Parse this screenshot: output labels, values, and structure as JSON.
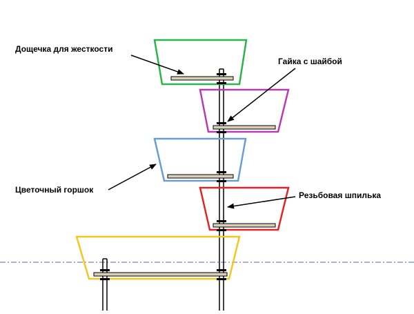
{
  "labels": {
    "stiffening_board": "Дощечка для жесткости",
    "nut_with_washer": "Гайка с шайбой",
    "flower_pot": "Цветочный горшок",
    "threaded_rod": "Резьбовая шпилька"
  },
  "colors": {
    "pot_1": "#2bb44a",
    "pot_2": "#b83ab0",
    "pot_3": "#6a9bd1",
    "pot_4": "#e02424",
    "pot_5": "#f2c81e",
    "board_fill": "#d8cfb8",
    "rod": "#000000",
    "ground_line": "#4a6fa5"
  }
}
